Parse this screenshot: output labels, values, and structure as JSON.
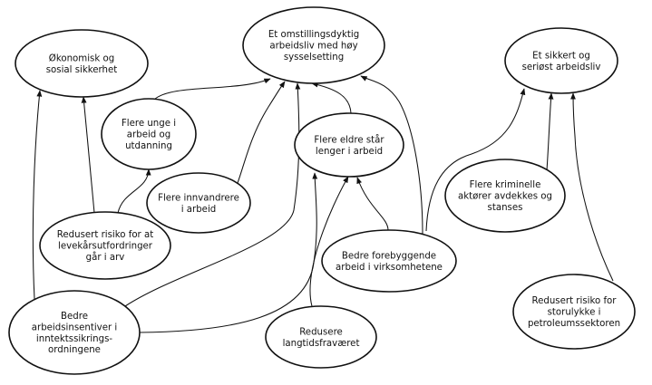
{
  "nodes": [
    {
      "id": "okonomisk",
      "lines": [
        "Økonomisk og",
        "sosial sikkerhet"
      ]
    },
    {
      "id": "omstilling",
      "lines": [
        "Et omstillingsdyktig",
        "arbeidsliv med høy",
        "sysselsetting"
      ]
    },
    {
      "id": "sikkert",
      "lines": [
        "Et sikkert og",
        "seriøst arbeidsliv"
      ]
    },
    {
      "id": "unge",
      "lines": [
        "Flere unge i",
        "arbeid og",
        "utdanning"
      ]
    },
    {
      "id": "eldre",
      "lines": [
        "Flere eldre står",
        "lenger i arbeid"
      ]
    },
    {
      "id": "innvandrere",
      "lines": [
        "Flere innvandrere",
        "i arbeid"
      ]
    },
    {
      "id": "kriminelle",
      "lines": [
        "Flere kriminelle",
        "aktører avdekkes og",
        "stanses"
      ]
    },
    {
      "id": "levekar",
      "lines": [
        "Redusert risiko for at",
        "levekårsutfordringer",
        "går i arv"
      ]
    },
    {
      "id": "forebyggende",
      "lines": [
        "Bedre forebyggende",
        "arbeid i virksomhetene"
      ]
    },
    {
      "id": "storulykke",
      "lines": [
        "Redusert risiko for",
        "storulykke i",
        "petroleumssektoren"
      ]
    },
    {
      "id": "arbeidsinsentiver",
      "lines": [
        "Bedre",
        "arbeidsinsentiver i",
        "inntektssikrings-",
        "ordningene"
      ]
    },
    {
      "id": "sykefravaer",
      "lines": [
        "Redusere",
        "langtidsfraværet"
      ]
    }
  ],
  "edges": [
    {
      "from": "arbeidsinsentiver",
      "to": "okonomisk"
    },
    {
      "from": "levekar",
      "to": "okonomisk"
    },
    {
      "from": "levekar",
      "to": "unge"
    },
    {
      "from": "unge",
      "to": "omstilling"
    },
    {
      "from": "innvandrere",
      "to": "omstilling"
    },
    {
      "from": "arbeidsinsentiver",
      "to": "omstilling"
    },
    {
      "from": "eldre",
      "to": "omstilling"
    },
    {
      "from": "arbeidsinsentiver",
      "to": "eldre"
    },
    {
      "from": "forebyggende",
      "to": "omstilling"
    },
    {
      "from": "forebyggende",
      "to": "eldre"
    },
    {
      "from": "sykefravaer",
      "to": "eldre"
    },
    {
      "from": "forebyggende",
      "to": "sikkert"
    },
    {
      "from": "kriminelle",
      "to": "sikkert"
    },
    {
      "from": "storulykke",
      "to": "sikkert"
    }
  ]
}
